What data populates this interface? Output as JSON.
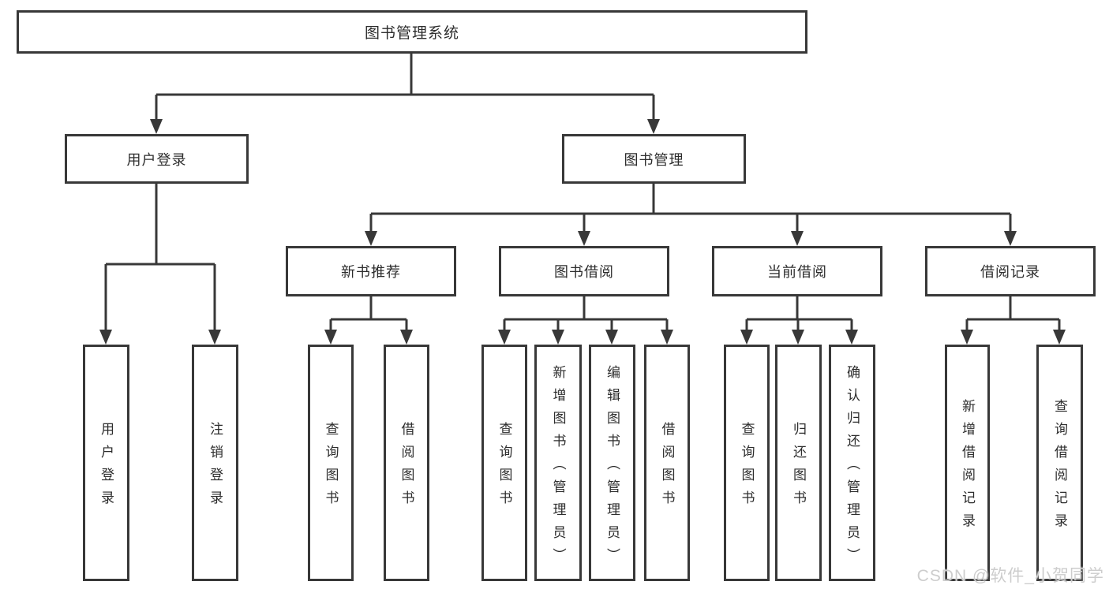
{
  "diagram": {
    "title": "图书管理系统",
    "tree": {
      "root": "图书管理系统",
      "branches": [
        {
          "label": "用户登录",
          "children": [
            "用户登录",
            "注销登录"
          ]
        },
        {
          "label": "图书管理",
          "groups": [
            {
              "label": "新书推荐",
              "children": [
                "查询图书",
                "借阅图书"
              ]
            },
            {
              "label": "图书借阅",
              "children": [
                "查询图书",
                "新增图书（管理员）",
                "编辑图书（管理员）",
                "借阅图书"
              ]
            },
            {
              "label": "当前借阅",
              "children": [
                "查询图书",
                "归还图书",
                "确认归还（管理员）"
              ]
            },
            {
              "label": "借阅记录",
              "children": [
                "新增借阅记录",
                "查询借阅记录"
              ]
            }
          ]
        }
      ]
    },
    "line_color": "#383838",
    "text_color": "#2d2d2d",
    "background_color": "#ffffff"
  },
  "watermark": {
    "text": "CSDN @软件_小贺同学",
    "color": "#cdcdcd"
  }
}
